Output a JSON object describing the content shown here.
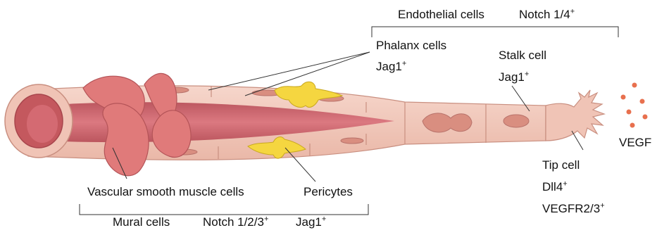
{
  "labels": {
    "endothelial_cells": "Endothelial cells",
    "endothelial_notch": "Notch 1/4",
    "endothelial_notch_sup": "+",
    "phalanx_cells": "Phalanx cells",
    "phalanx_marker": "Jag1",
    "phalanx_marker_sup": "+",
    "stalk_cell": "Stalk cell",
    "stalk_marker": "Jag1",
    "stalk_marker_sup": "+",
    "vegf": "VEGF",
    "tip_cell": "Tip cell",
    "tip_marker_1": "Dll4",
    "tip_marker_1_sup": "+",
    "tip_marker_2": "VEGFR2/3",
    "tip_marker_2_sup": "+",
    "vsmc": "Vascular smooth muscle cells",
    "pericytes": "Pericytes",
    "mural_cells": "Mural cells",
    "mural_notch": "Notch 1/2/3",
    "mural_notch_sup": "+",
    "mural_marker": "Jag1",
    "mural_marker_sup": "+"
  },
  "colors": {
    "vessel_fill": "#f0c4b6",
    "vessel_stroke": "#c98f80",
    "lumen": "#c4585e",
    "smooth_muscle": "#e07a7a",
    "pericyte": "#f5d640",
    "nucleus": "#d98e80",
    "vegf_dot": "#e8704e"
  }
}
